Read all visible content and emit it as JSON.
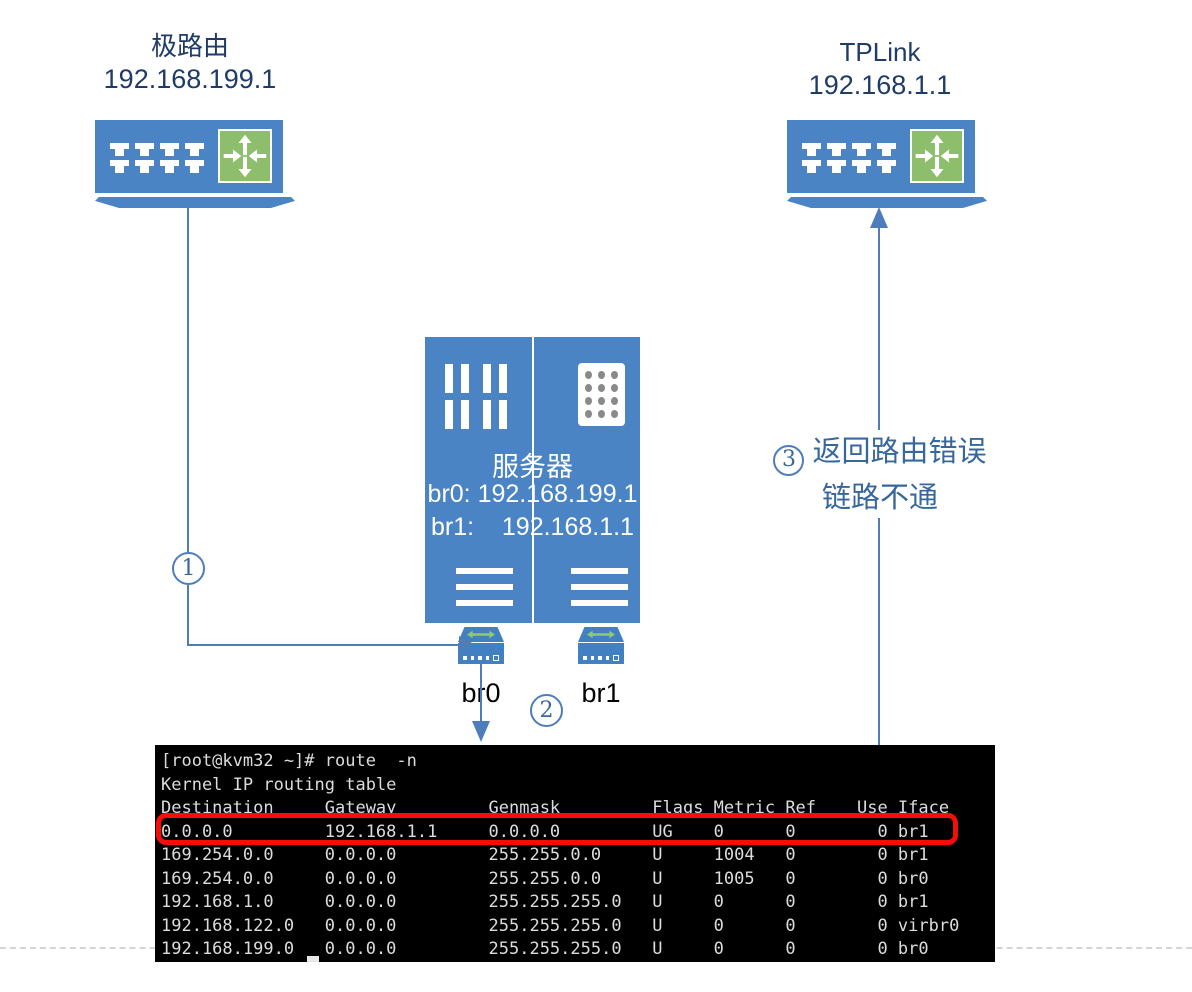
{
  "nodes": {
    "router_left": {
      "label": "极路由",
      "ip": "192.168.199.1"
    },
    "router_right": {
      "label": "TPLink",
      "ip": "192.168.1.1"
    },
    "server": {
      "label": "服务器",
      "br0_line": "br0: 192.168.199.1",
      "br1_line": "br1:    192.168.1.1"
    },
    "bridge_left": {
      "label": "br0"
    },
    "bridge_right": {
      "label": "br1"
    }
  },
  "annotations": {
    "step1": "1",
    "step2": "2",
    "step3": "3",
    "step3_line1": "返回路由错误",
    "step3_line2": "链路不通"
  },
  "terminal": {
    "lines": [
      "[root@kvm32 ~]# route  -n",
      "Kernel IP routing table",
      "Destination     Gateway         Genmask         Flags Metric Ref    Use Iface",
      "0.0.0.0         192.168.1.1     0.0.0.0         UG    0      0        0 br1",
      "169.254.0.0     0.0.0.0         255.255.0.0     U     1004   0        0 br1",
      "169.254.0.0     0.0.0.0         255.255.0.0     U     1005   0        0 br0",
      "192.168.1.0     0.0.0.0         255.255.255.0   U     0      0        0 br1",
      "192.168.122.0   0.0.0.0         255.255.255.0   U     0      0        0 virbr0",
      "192.168.199.0   0.0.0.0         255.255.255.0   U     0      0        0 br0"
    ],
    "highlighted_line_index": 3,
    "routes": {
      "headers": [
        "Destination",
        "Gateway",
        "Genmask",
        "Flags",
        "Metric",
        "Ref",
        "Use",
        "Iface"
      ],
      "rows": [
        [
          "0.0.0.0",
          "192.168.1.1",
          "0.0.0.0",
          "UG",
          "0",
          "0",
          "0",
          "br1"
        ],
        [
          "169.254.0.0",
          "0.0.0.0",
          "255.255.0.0",
          "U",
          "1004",
          "0",
          "0",
          "br1"
        ],
        [
          "169.254.0.0",
          "0.0.0.0",
          "255.255.0.0",
          "U",
          "1005",
          "0",
          "0",
          "br0"
        ],
        [
          "192.168.1.0",
          "0.0.0.0",
          "255.255.255.0",
          "U",
          "0",
          "0",
          "0",
          "br1"
        ],
        [
          "192.168.122.0",
          "0.0.0.0",
          "255.255.255.0",
          "U",
          "0",
          "0",
          "0",
          "virbr0"
        ],
        [
          "192.168.199.0",
          "0.0.0.0",
          "255.255.255.0",
          "U",
          "0",
          "0",
          "0",
          "br0"
        ]
      ]
    }
  },
  "colors": {
    "device_blue": "#4A84C4",
    "symbol_green": "#8CBE6C",
    "line_blue": "#4D7EBB",
    "label_navy": "#1F3C68",
    "annotation_blue": "#38689B",
    "highlight_red": "#F50D0A",
    "terminal_bg": "#000000",
    "terminal_fg": "#DCDCDC"
  }
}
